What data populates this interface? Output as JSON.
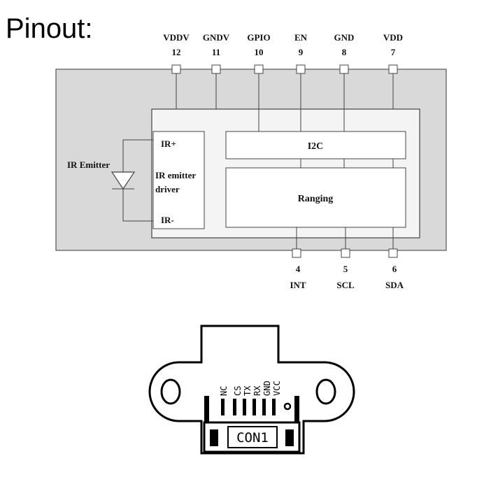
{
  "heading": "Pinout:",
  "top_pins": [
    {
      "name": "VDDV",
      "number": "12"
    },
    {
      "name": "GNDV",
      "number": "11"
    },
    {
      "name": "GPIO",
      "number": "10"
    },
    {
      "name": "EN",
      "number": "9"
    },
    {
      "name": "GND",
      "number": "8"
    },
    {
      "name": "VDD",
      "number": "7"
    }
  ],
  "bottom_pins": [
    {
      "name": "INT",
      "number": "4"
    },
    {
      "name": "SCL",
      "number": "5"
    },
    {
      "name": "SDA",
      "number": "6"
    }
  ],
  "blocks": {
    "ir_emitter_label": "IR Emitter",
    "driver_plus": "IR+",
    "driver_line1": "IR emitter",
    "driver_line2": "driver",
    "driver_minus": "IR-",
    "i2c": "I2C",
    "ranging": "Ranging"
  },
  "connector": {
    "pins": [
      "NC",
      "CS",
      "TX",
      "RX",
      "GND",
      "VCC"
    ],
    "label": "CON1"
  }
}
